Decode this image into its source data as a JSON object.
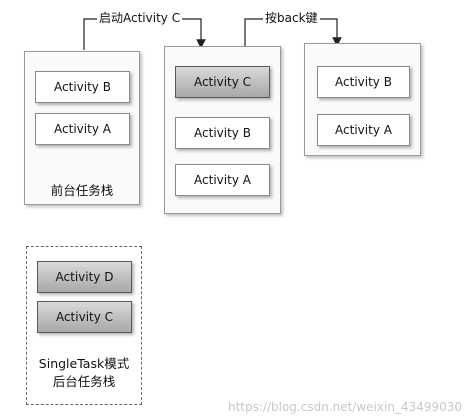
{
  "transitions": [
    {
      "label": "启动Activity C"
    },
    {
      "label": "按back键"
    }
  ],
  "foreground_stack_before": {
    "activities": [
      "Activity B",
      "Activity A"
    ],
    "caption": "前台任务栈"
  },
  "foreground_stack_after_launch": {
    "activities": [
      "Activity C",
      "Activity B",
      "Activity A"
    ]
  },
  "foreground_stack_after_back": {
    "activities": [
      "Activity B",
      "Activity A"
    ]
  },
  "background_stack": {
    "activities": [
      "Activity D",
      "Activity C"
    ],
    "caption_line1": "SingleTask模式",
    "caption_line2": "后台任务栈"
  },
  "watermark": "https://blog.csdn.net/weixin_43499030"
}
